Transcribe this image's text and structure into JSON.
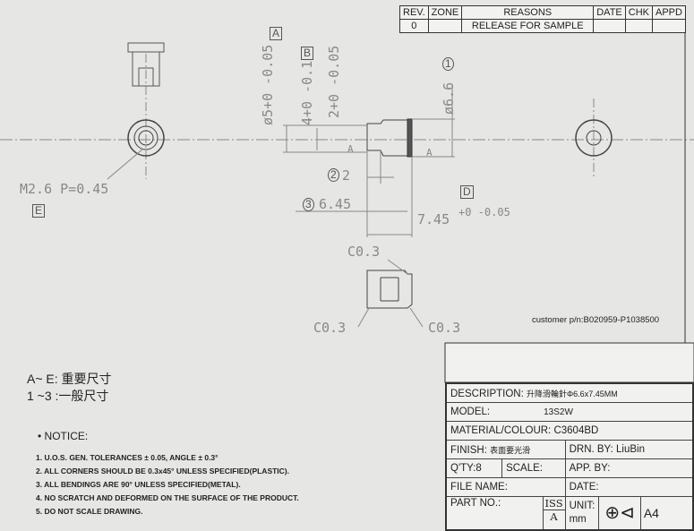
{
  "revision_table": {
    "headers": [
      "REV.",
      "ZONE",
      "REASONS",
      "DATE",
      "CHK",
      "APPD"
    ],
    "rows": [
      [
        "0",
        "",
        "RELEASE FOR SAMPLE",
        "",
        "",
        ""
      ]
    ]
  },
  "labels": {
    "A": "A",
    "B": "B",
    "D": "D",
    "E": "E",
    "one": "1",
    "two": "2",
    "three": "3"
  },
  "dimensions": {
    "d5": "ø5+0 -0.05",
    "d4": "4+0 -0.1",
    "d2": "2+0 -0.05",
    "d66": "ø6.6",
    "len2": "2",
    "len645": "6.45",
    "len745": "7.45",
    "len745_tol": "+0 -0.05",
    "thread": "M2.6 P=0.45",
    "section": "A",
    "chamfer_top": "C0.3",
    "chamfer_left": "C0.3",
    "chamfer_right": "C0.3"
  },
  "customer_pn": "customer  p/n:B020959-P1038500",
  "legend": {
    "important": "A~ E: 重要尺寸",
    "general": "1 ~3 :一般尺寸"
  },
  "notice": {
    "title": "NOTICE:",
    "items": [
      "1. U.O.S. GEN. TOLERANCES ± 0.05, ANGLE ± 0.3°",
      "2. ALL CORNERS SHOULD BE 0.3x45° UNLESS SPECIFIED(PLASTIC).",
      "3. ALL BENDINGS ARE 90° UNLESS SPECIFIED(METAL).",
      "4. NO SCRATCH AND DEFORMED ON THE SURFACE OF THE PRODUCT.",
      "5. DO NOT SCALE DRAWING."
    ]
  },
  "title_block": {
    "description_label": "DESCRIPTION:",
    "description": "升降滑輪針Φ6.6x7.45MM",
    "model_label": "MODEL:",
    "model": "13S2W",
    "material_label": "MATERIAL/COLOUR:",
    "material": "C3604BD",
    "finish_label": "FINISH:",
    "finish": "表面要光滑",
    "drn_label": "DRN. BY:",
    "drn": "LiuBin",
    "qty_label": "Q'TY:",
    "qty": "8",
    "scale_label": "SCALE:",
    "app_label": "APP. BY:",
    "file_label": "FILE NAME:",
    "date_label": "DATE:",
    "part_label": "PART NO.:",
    "iss_label": "ISS",
    "iss": "A",
    "unit_label": "UNIT:",
    "unit": "mm",
    "size": "A4"
  }
}
